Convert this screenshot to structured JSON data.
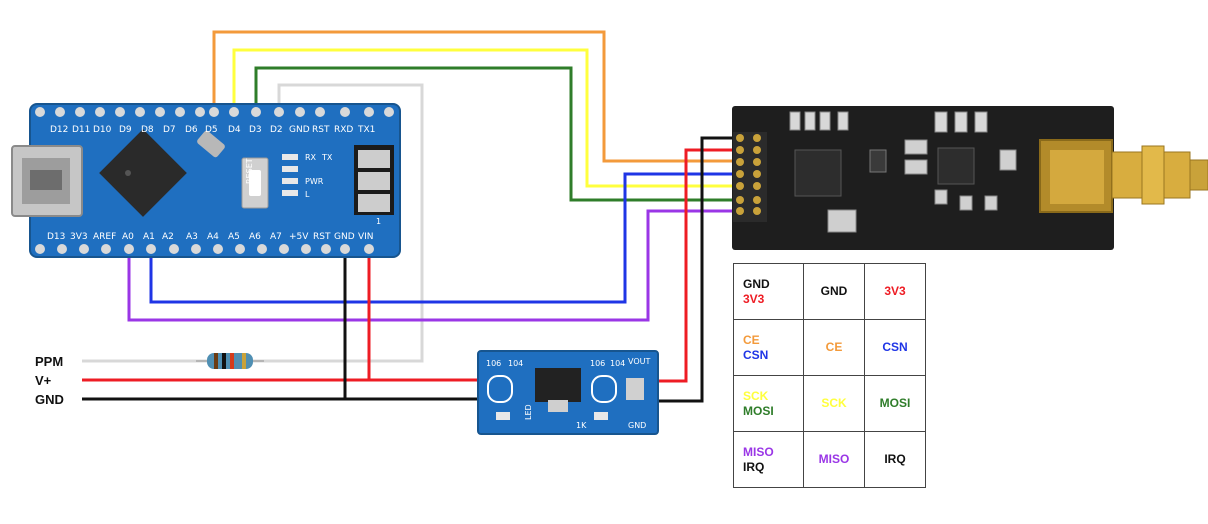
{
  "colors": {
    "orange": "#f39a3b",
    "yellow": "#ffff3d",
    "green": "#2f7d2a",
    "blue": "#1f35e6",
    "purple": "#9a36e6",
    "red": "#ee1c24",
    "black": "#111111",
    "grey": "#d8d8d8",
    "board_blue": "#1f6fc0",
    "module_dark": "#1e1e1e"
  },
  "arduino": {
    "top_pins": [
      "D12",
      "D11",
      "D10",
      "D9",
      "D8",
      "D7",
      "D6",
      "D5",
      "D4",
      "D3",
      "D2",
      "GND",
      "RST",
      "RXD",
      "TX1"
    ],
    "bottom_pins": [
      "D13",
      "3V3",
      "AREF",
      "A0",
      "A1",
      "A2",
      "A3",
      "A4",
      "A5",
      "A6",
      "A7",
      "+5V",
      "RST",
      "GND",
      "VIN"
    ],
    "reset_label": "RESET",
    "led_labels": [
      "RX",
      "TX",
      "PWR",
      "L"
    ],
    "header_number": "1"
  },
  "regulator": {
    "labels": [
      "106",
      "104",
      "106",
      "104",
      "VOUT",
      "1K",
      "GND",
      "LED"
    ]
  },
  "inputs": {
    "ppm": "PPM",
    "vplus": "V+",
    "gnd": "GND"
  },
  "pin_table": [
    [
      {
        "lines": [
          {
            "text": "GND",
            "color": "black"
          },
          {
            "text": "3V3",
            "color": "red"
          }
        ]
      },
      {
        "lines": [
          {
            "text": "GND",
            "color": "black"
          }
        ]
      },
      {
        "lines": [
          {
            "text": "3V3",
            "color": "red"
          }
        ]
      }
    ],
    [
      {
        "lines": [
          {
            "text": "CE",
            "color": "orange"
          },
          {
            "text": "CSN",
            "color": "blue"
          }
        ]
      },
      {
        "lines": [
          {
            "text": "CE",
            "color": "orange"
          }
        ]
      },
      {
        "lines": [
          {
            "text": "CSN",
            "color": "blue"
          }
        ]
      }
    ],
    [
      {
        "lines": [
          {
            "text": "SCK",
            "color": "yellow"
          },
          {
            "text": "MOSI",
            "color": "green"
          }
        ]
      },
      {
        "lines": [
          {
            "text": "SCK",
            "color": "yellow"
          }
        ]
      },
      {
        "lines": [
          {
            "text": "MOSI",
            "color": "green"
          }
        ]
      }
    ],
    [
      {
        "lines": [
          {
            "text": "MISO",
            "color": "purple"
          },
          {
            "text": "IRQ",
            "color": "black"
          }
        ]
      },
      {
        "lines": [
          {
            "text": "MISO",
            "color": "purple"
          }
        ]
      },
      {
        "lines": [
          {
            "text": "IRQ",
            "color": "black"
          }
        ]
      }
    ]
  ]
}
